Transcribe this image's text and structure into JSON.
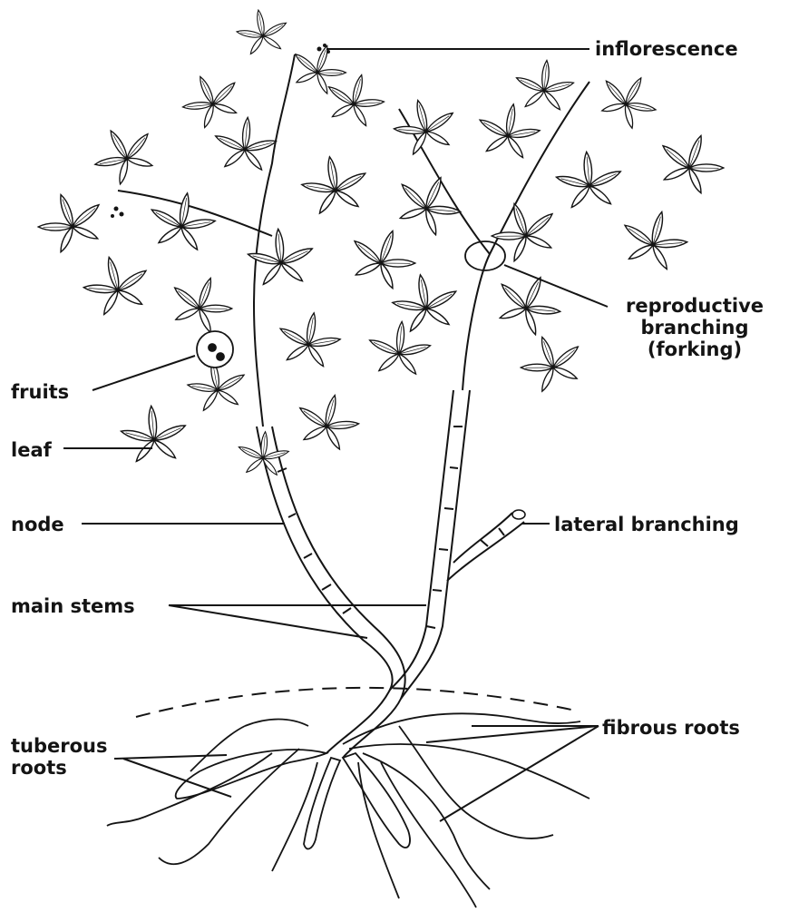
{
  "labels": {
    "inflorescence": "inflorescence",
    "reproductive_line1": "reproductive",
    "reproductive_line2": "branching",
    "reproductive_line3": "(forking)",
    "fruits": "fruits",
    "leaf": "leaf",
    "node": "node",
    "lateral_branching": "lateral branching",
    "main_stems": "main stems",
    "tuberous_line1": "tuberous",
    "tuberous_line2": "roots",
    "fibrous_roots": "fibrous roots"
  },
  "colors": {
    "ink": "#141414",
    "background": "#ffffff"
  }
}
